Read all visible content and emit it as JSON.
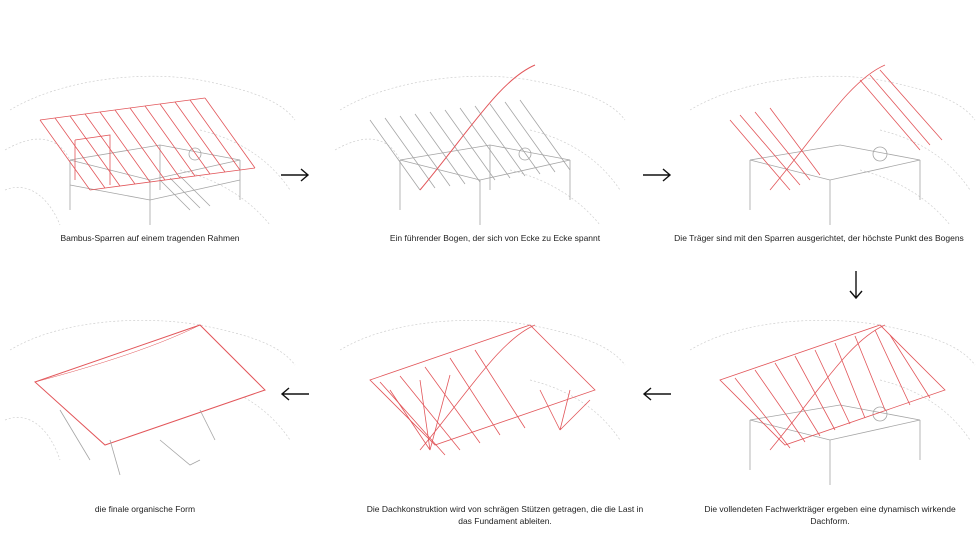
{
  "colors": {
    "red": "#e2565a",
    "line": "#a5a5a5",
    "contour": "#cfcfcf",
    "text": "#222222"
  },
  "steps": [
    {
      "caption": "Bambus-Sparren auf einem tragenden Rahmen"
    },
    {
      "caption": "Ein führender Bogen, der sich von Ecke zu Ecke spannt"
    },
    {
      "caption": "Die Träger sind mit den Sparren ausgerichtet, der höchste Punkt des Bogens"
    },
    {
      "caption": "Die vollendeten Fachwerkträger ergeben eine dynamisch wirkende Dachform."
    },
    {
      "caption": "Die Dachkonstruktion wird von schrägen Stützen getragen, die die Last in das Fundament ableiten."
    },
    {
      "caption": "die finale organische Form"
    }
  ],
  "arrows": [
    "arrow-right",
    "arrow-right",
    "arrow-down",
    "arrow-left",
    "arrow-left"
  ]
}
